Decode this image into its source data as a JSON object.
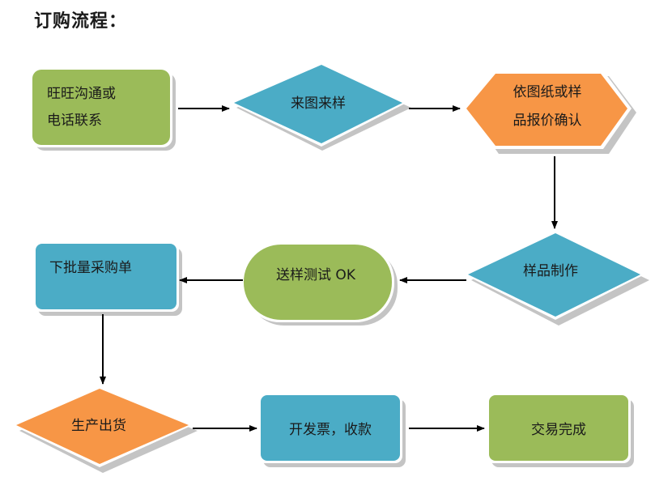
{
  "title": "订购流程：",
  "nodes": {
    "contact": {
      "line1": "旺旺沟通或",
      "line2": "电话联系",
      "color": "#9bbb59"
    },
    "sample_in": {
      "label": "来图来样",
      "color": "#4bacc6"
    },
    "quote": {
      "line1": "依图纸或样",
      "line2": "品报价确认",
      "color": "#f79646"
    },
    "make_sample": {
      "label": "样品制作",
      "color": "#4bacc6"
    },
    "test_ok": {
      "label": "送样测试 OK",
      "color": "#9bbb59"
    },
    "bulk_order": {
      "label": "下批量采购单",
      "color": "#4bacc6"
    },
    "production": {
      "label": "生产出货",
      "color": "#f79646"
    },
    "invoice": {
      "label": "开发票，收款",
      "color": "#4bacc6"
    },
    "done": {
      "label": "交易完成",
      "color": "#9bbb59"
    }
  }
}
